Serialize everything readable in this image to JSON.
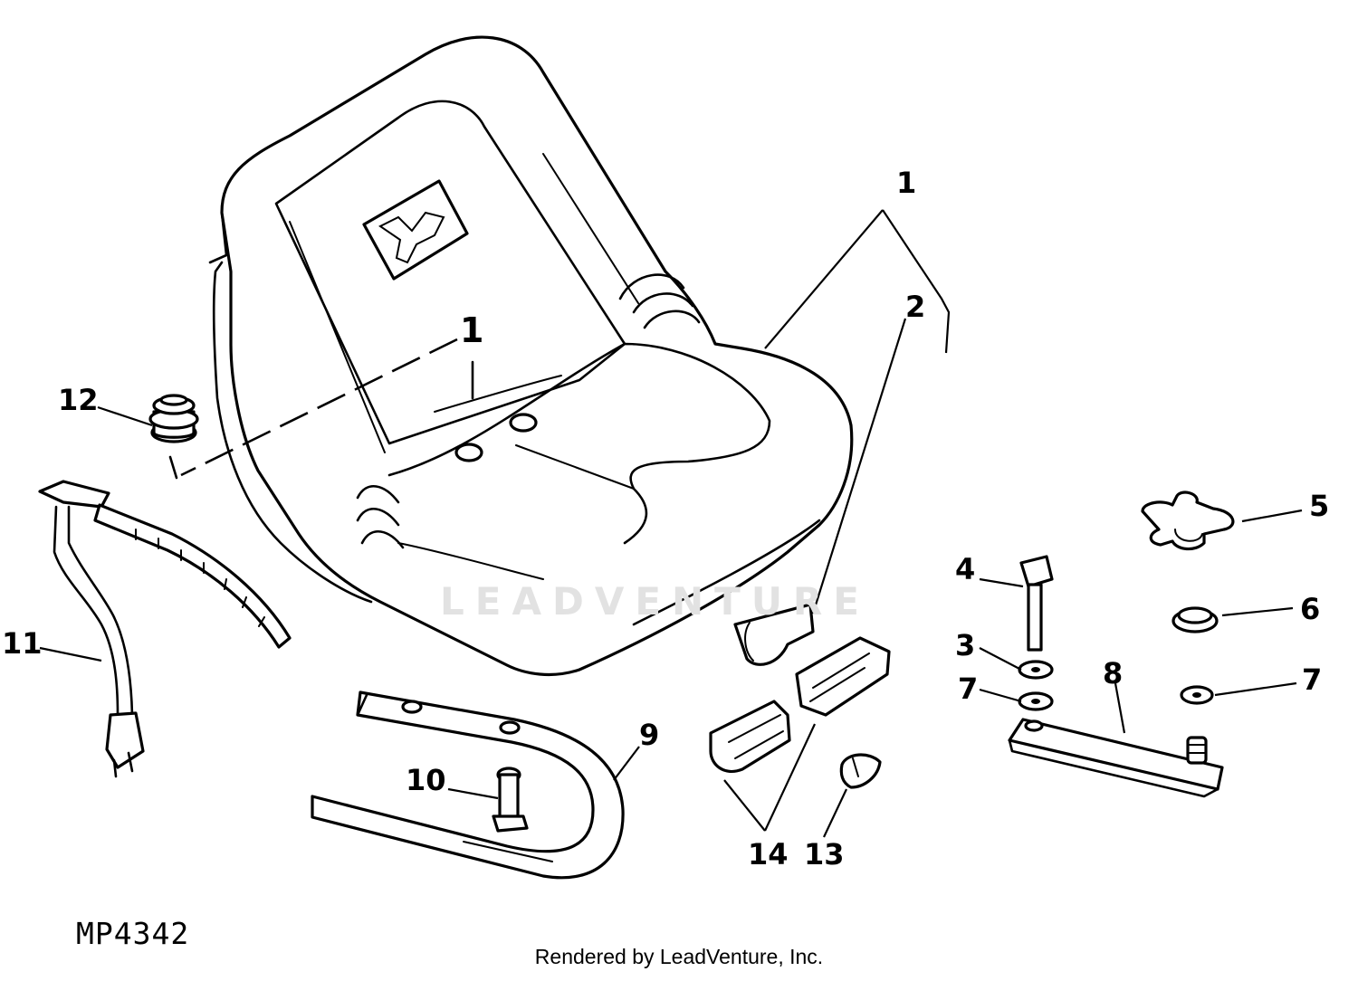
{
  "figure": {
    "code": "MP4342",
    "credit": "Rendered by LeadVenture, Inc.",
    "watermark": "LEADVENTURE"
  },
  "callouts": [
    {
      "id": "1",
      "label": "1"
    },
    {
      "id": "1b",
      "label": "1"
    },
    {
      "id": "2",
      "label": "2"
    },
    {
      "id": "3",
      "label": "3"
    },
    {
      "id": "4",
      "label": "4"
    },
    {
      "id": "5",
      "label": "5"
    },
    {
      "id": "6",
      "label": "6"
    },
    {
      "id": "7a",
      "label": "7"
    },
    {
      "id": "7b",
      "label": "7"
    },
    {
      "id": "8",
      "label": "8"
    },
    {
      "id": "9",
      "label": "9"
    },
    {
      "id": "10",
      "label": "10"
    },
    {
      "id": "11",
      "label": "11"
    },
    {
      "id": "12",
      "label": "12"
    },
    {
      "id": "13",
      "label": "13"
    },
    {
      "id": "14",
      "label": "14"
    }
  ],
  "colors": {
    "ink": "#000000",
    "paper": "#ffffff",
    "watermark": "#e2e2e2"
  }
}
